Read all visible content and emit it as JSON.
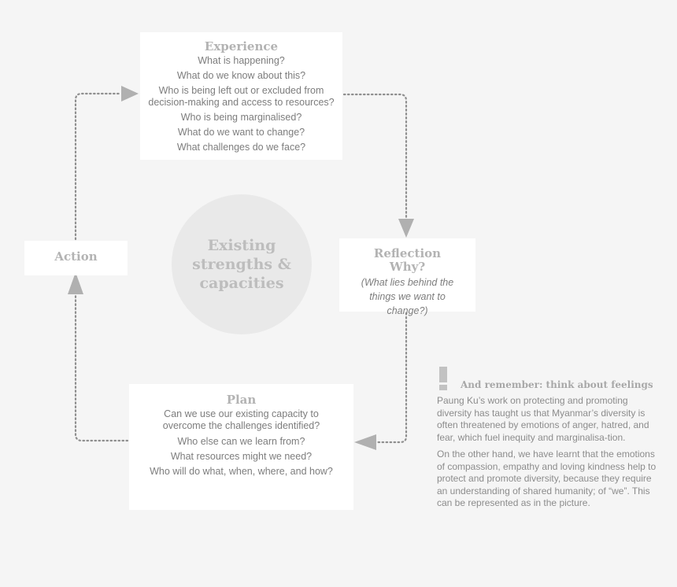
{
  "experience": {
    "title": "Experience",
    "lines": [
      "What is happening?",
      "What do we know about this?",
      "Who is being left out or excluded from decision-making and access to resources?",
      "Who is being marginalised?",
      "What do we want to change?",
      "What challenges do we face?"
    ]
  },
  "action": {
    "title": "Action"
  },
  "reflection": {
    "title_line1": "Reflection",
    "title_line2": "Why?",
    "subtitle": "(What lies behind the things we want to change?)"
  },
  "center": {
    "label": "Existing strengths & capacities"
  },
  "plan": {
    "title": "Plan",
    "lines": [
      "Can we use our existing capacity to overcome the challenges identified?",
      "Who else can we learn from?",
      "What resources might we need?",
      "Who will do what, when, where, and how?"
    ]
  },
  "note": {
    "icon": "exclamation-icon",
    "title": "And remember: think about feelings",
    "paragraphs": [
      "Paung Ku’s work on protecting and promoting diversity has taught us that Myanmar’s diversity is often threatened by emotions of anger, hatred, and fear, which fuel inequity and marginalisa-tion.",
      "On the other hand, we have learnt that the emotions of compassion, empathy and loving kindness help to protect and promote diversity, because they require an understanding of shared humanity; of “we”. This can be represented as in the picture."
    ]
  },
  "colors": {
    "background": "#f5f5f5",
    "box": "#ffffff",
    "circle": "#e9e9e9",
    "connector": "#8f8f8f",
    "arrowhead": "#b0b0b0"
  }
}
